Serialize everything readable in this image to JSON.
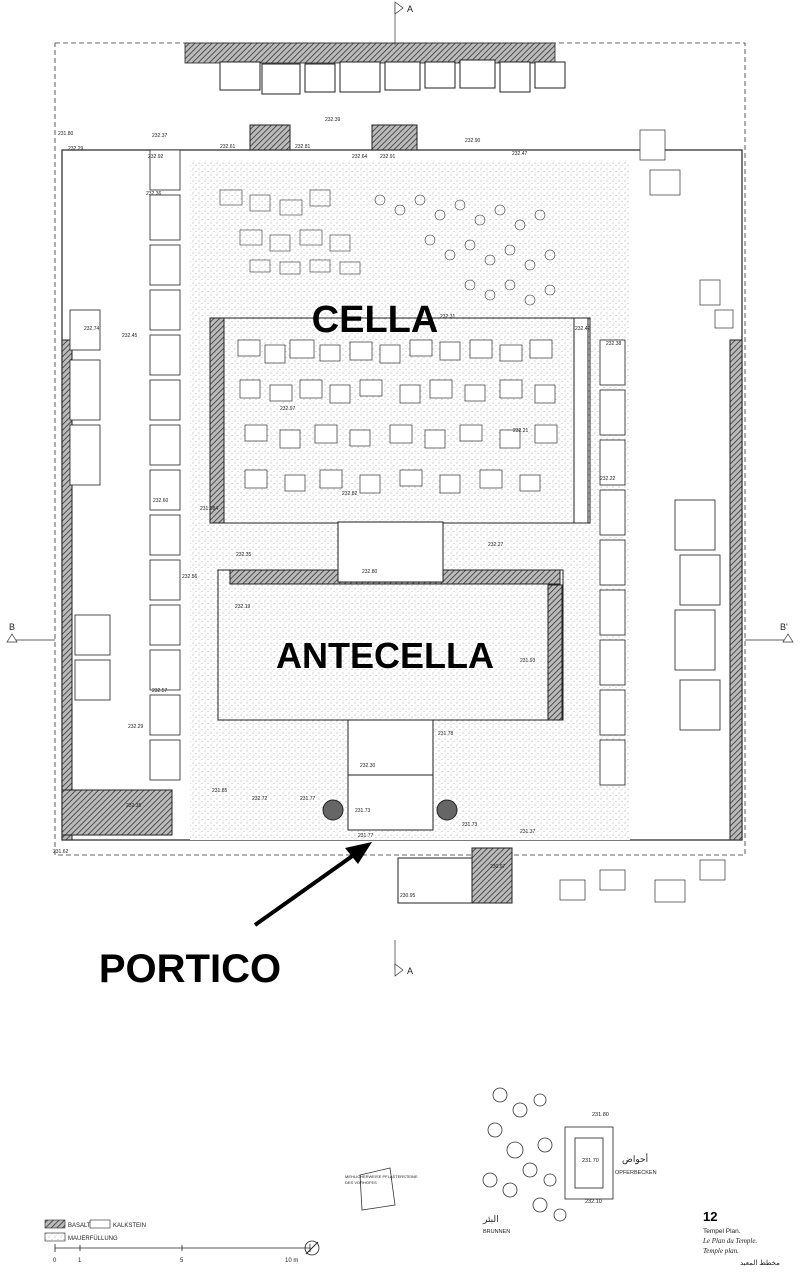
{
  "labels": {
    "cella": "CELLA",
    "antecella": "ANTECELLA",
    "portico": "PORTICO"
  },
  "section_marks": {
    "a_top": "A",
    "a_bottom": "A",
    "b_left": "B",
    "b_right": "B'"
  },
  "elevations": [
    "232.39",
    "232.37",
    "232.61",
    "232.81",
    "232.64",
    "232.91",
    "232.90",
    "232.47",
    "231.80",
    "232.29",
    "232.92",
    "232.36",
    "232.74",
    "232.45",
    "232.31",
    "232.42",
    "232.38",
    "232.60",
    "231.984",
    "232.35",
    "232.80",
    "232.56",
    "232.19",
    "232.27",
    "231.93",
    "232.57",
    "232.29",
    "231.85",
    "232.72",
    "231.77",
    "231.73",
    "231.77",
    "231.73",
    "231.37",
    "230.95",
    "231.62",
    "230.97",
    "232.35",
    "232.30",
    "232.21",
    "232.22",
    "232.97",
    "232.82",
    "231.78"
  ],
  "inset": {
    "elev_top": "231.80",
    "elev_mid": "231.70",
    "elev_bottom": "232.10",
    "opferbecken": "OPFERBECKEN",
    "opferbecken_ar": "أحواض",
    "brunnen": "BRUNNEN",
    "brunnen_ar": "البئر",
    "note_line1": "MEHLICHERWEISE PFLASTERSTEINE",
    "note_line2": "DES VORHOFES"
  },
  "legend": {
    "basalt": "BASALT",
    "kalkstein": "KALKSTEIN",
    "mauerfuellung": "MAUERFÜLLUNG",
    "scale_ticks": [
      "0",
      "1",
      "5",
      "10 m"
    ]
  },
  "caption": {
    "number": "12",
    "de": "Tempel Plan.",
    "fr": "Le Plan du Temple.",
    "en": "Temple plan.",
    "ar": "مخطط المعبد"
  },
  "colors": {
    "ink": "#111111",
    "stipple": "#999999",
    "basalt_fill": "#555555",
    "background": "#ffffff"
  }
}
